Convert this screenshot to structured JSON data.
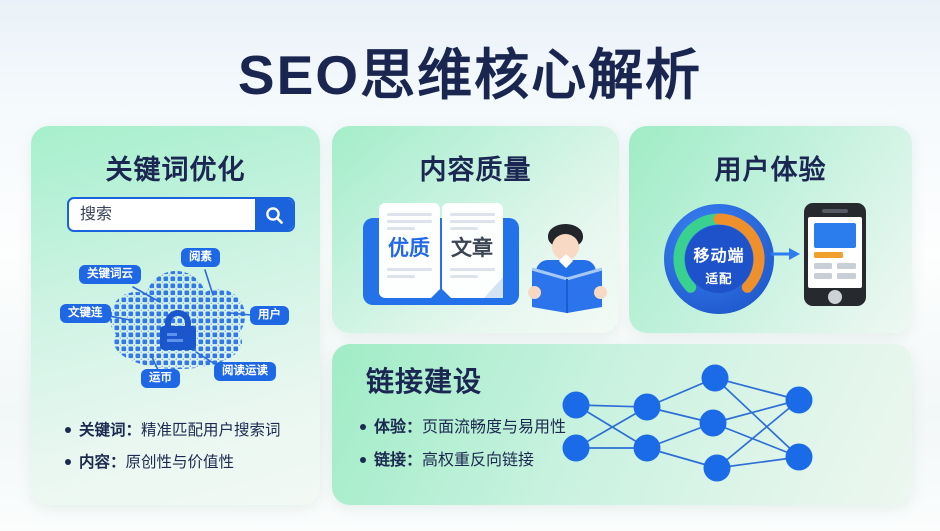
{
  "page": {
    "title": "SEO思维核心解析"
  },
  "cards": {
    "keyword": {
      "title": "关键词优化",
      "search_placeholder": "搜索",
      "tags": [
        "阅素",
        "关键词云",
        "文键连",
        "用户",
        "阅读运读",
        "运帀"
      ],
      "bullets": [
        {
          "label": "关键词：",
          "text": "精准匹配用户搜索词"
        },
        {
          "label": "内容：",
          "text": "原创性与价值性"
        }
      ]
    },
    "content": {
      "title": "内容质量",
      "book_left": "优质",
      "book_right": "文章"
    },
    "ux": {
      "title": "用户体验",
      "gauge_line1": "移动端",
      "gauge_line2": "适配"
    },
    "links": {
      "title": "链接建设",
      "bullets": [
        {
          "label": "体验：",
          "text": "页面流畅度与易用性"
        },
        {
          "label": "链接：",
          "text": "高权重反向链接"
        }
      ]
    }
  },
  "colors": {
    "accent_blue": "#1a63dd",
    "navy_text": "#1b2752",
    "mint_green": "#a3edc8",
    "arc_green": "#3ad08f",
    "arc_orange": "#f0902c",
    "node_blue": "#1b6be8"
  },
  "icons": {
    "search": "magnifier-icon",
    "lock": "lock-icon",
    "arrow": "right-arrow-icon"
  }
}
